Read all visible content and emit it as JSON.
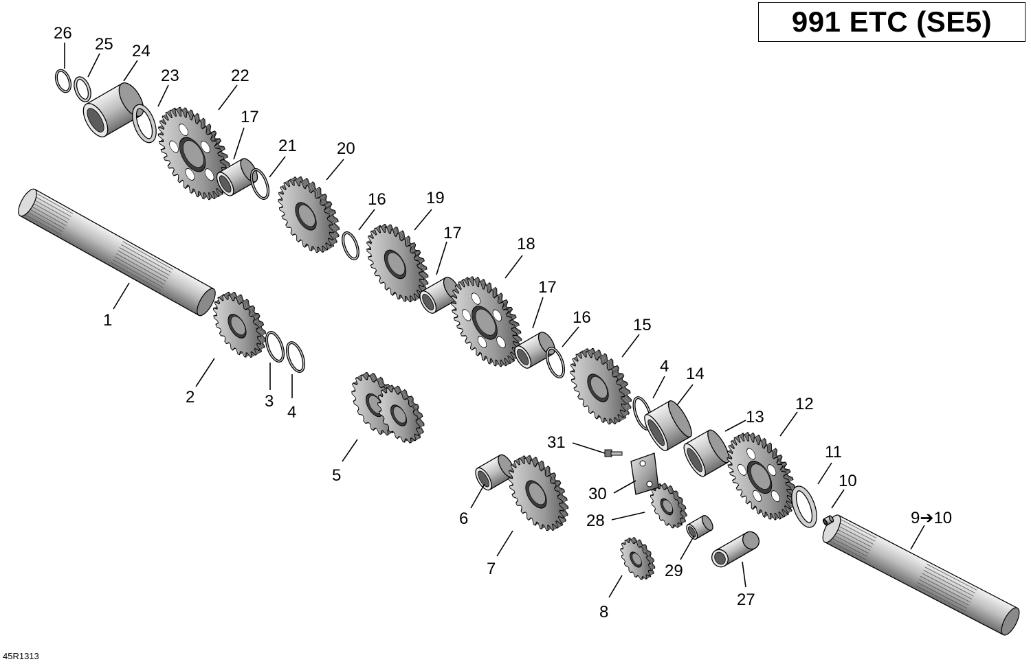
{
  "title": "991 ETC (SE5)",
  "figure_ref": "45R1313",
  "callouts": [
    "26",
    "25",
    "24",
    "23",
    "22",
    "17",
    "21",
    "20",
    "16",
    "19",
    "17",
    "18",
    "17",
    "16",
    "15",
    "4",
    "14",
    "13",
    "12",
    "11",
    "10",
    "9➔10",
    "1",
    "2",
    "3",
    "4",
    "5",
    "6",
    "7",
    "8",
    "27",
    "29",
    "28",
    "30",
    "31"
  ]
}
